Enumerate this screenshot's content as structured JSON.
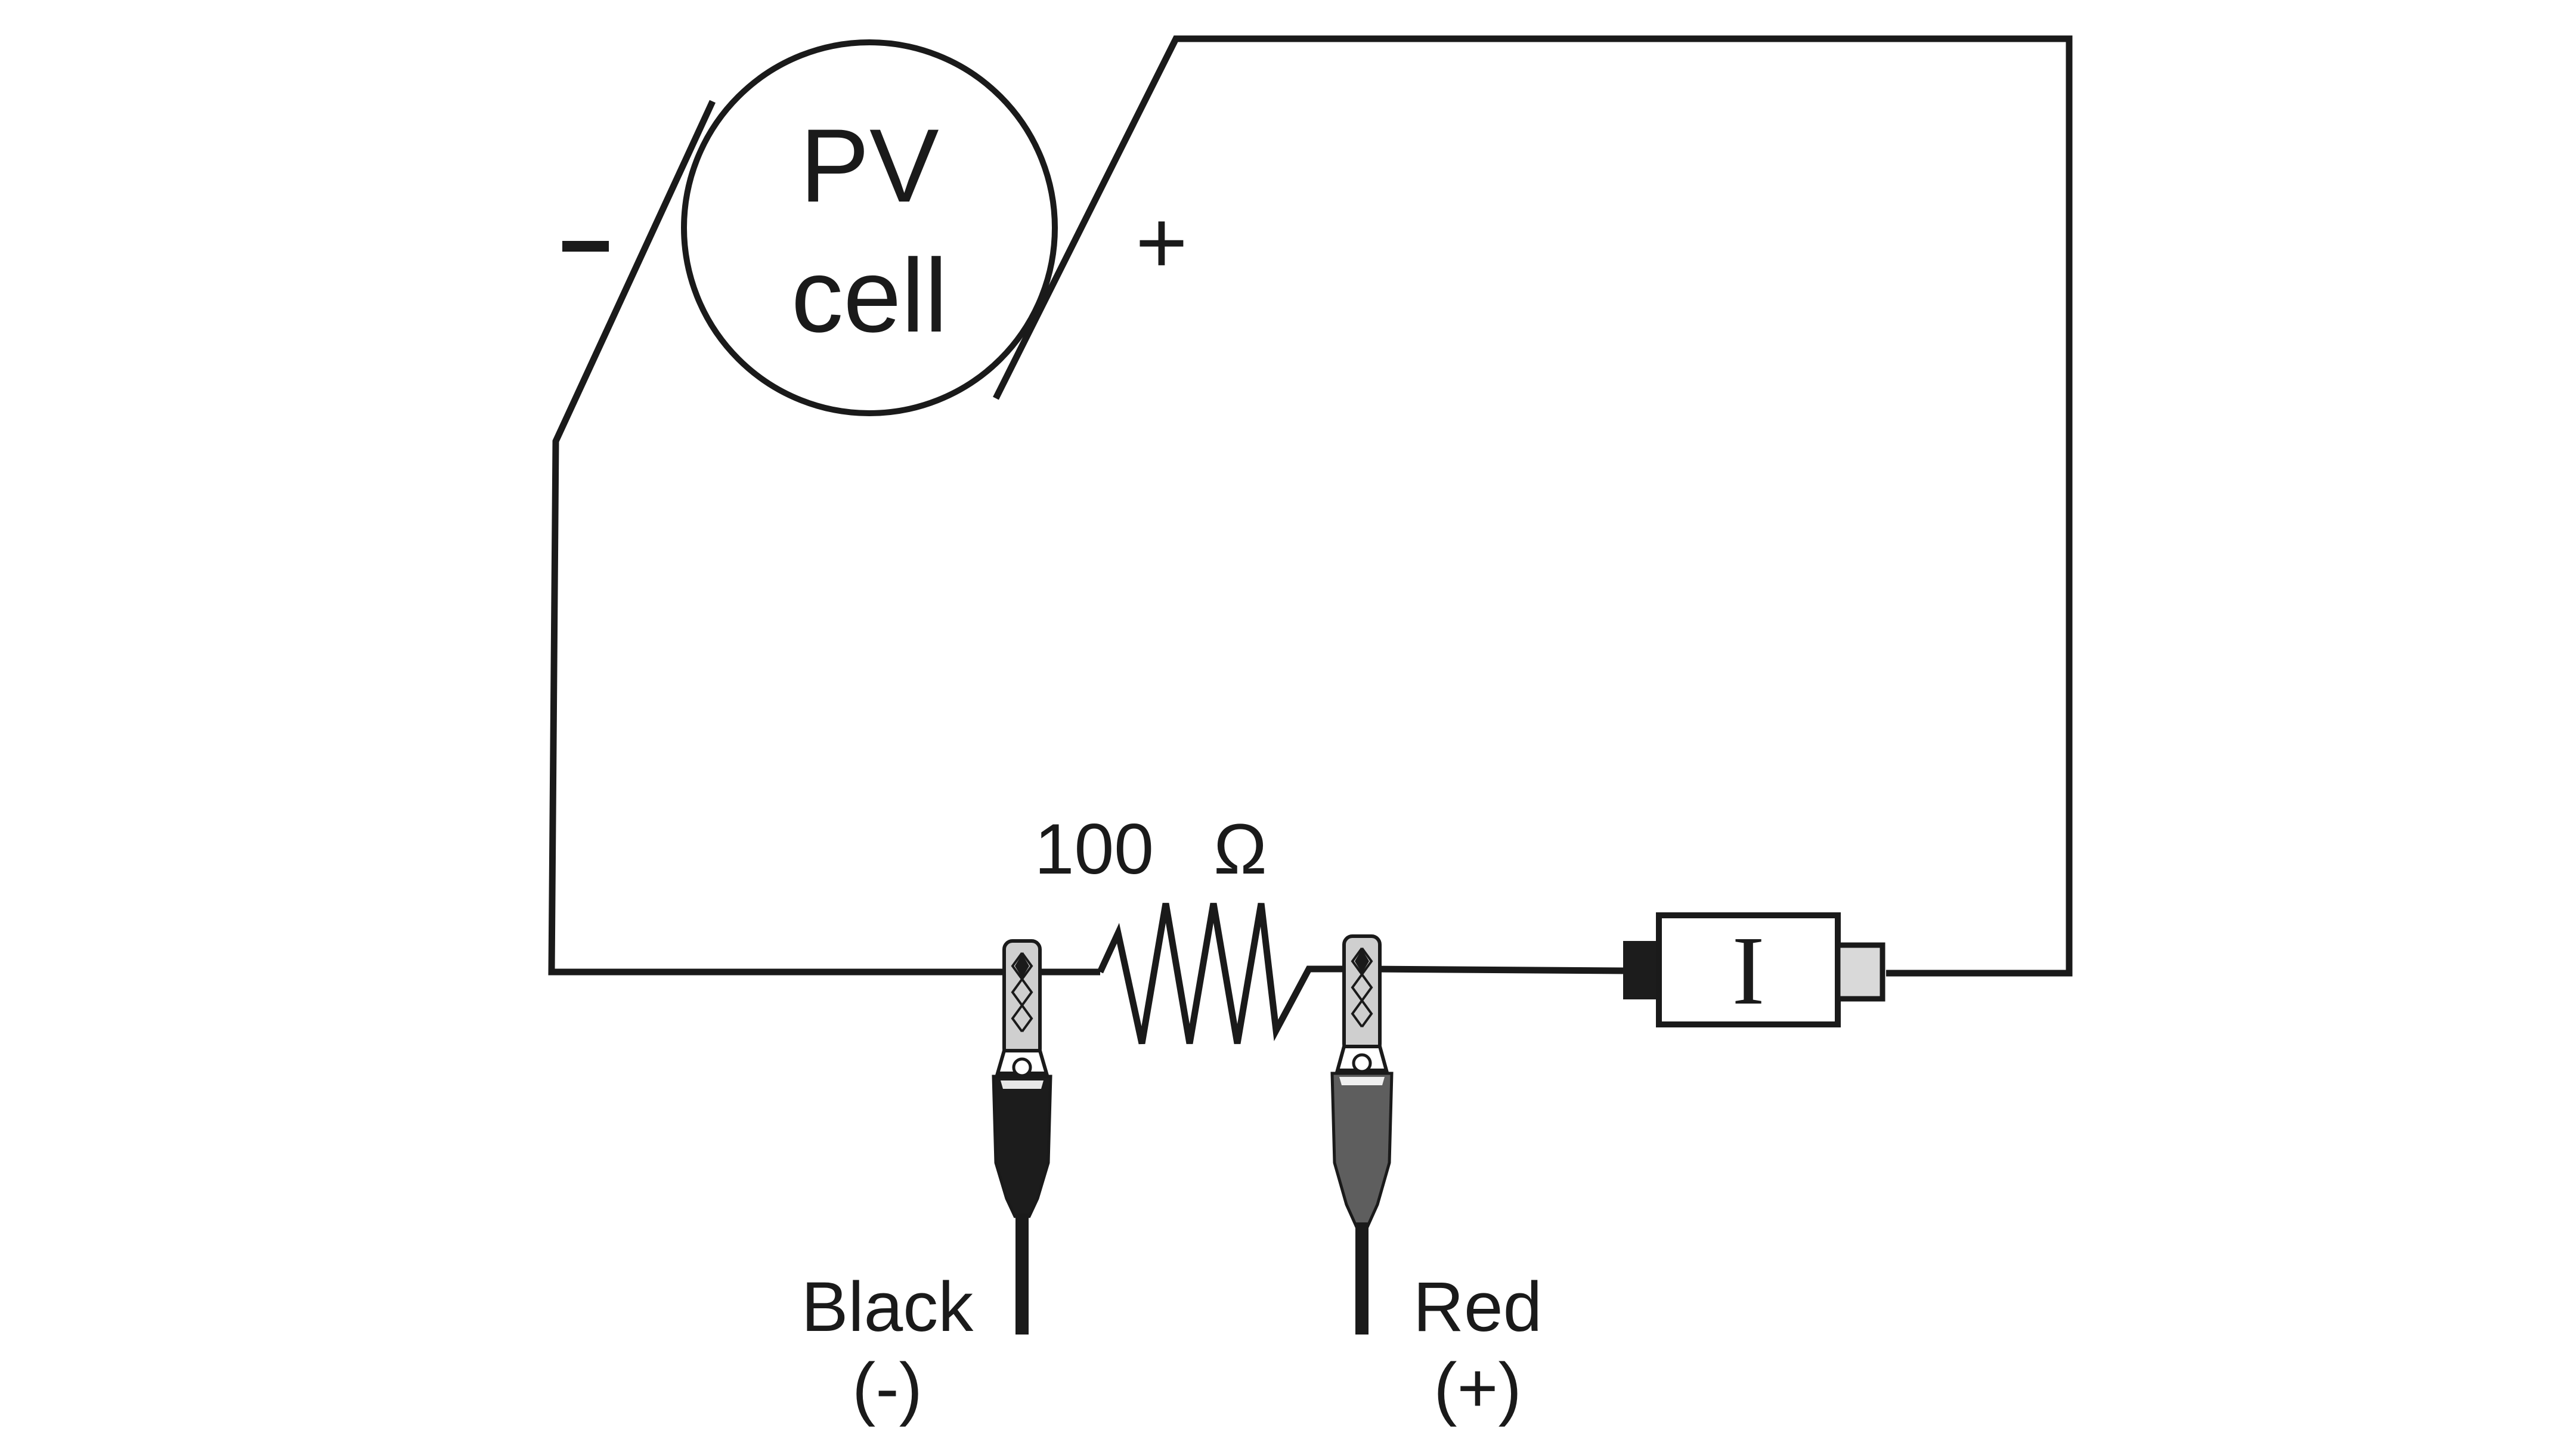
{
  "pv_cell": {
    "line1": "PV",
    "line2": "cell"
  },
  "terminals": {
    "negative": "-",
    "positive": "+"
  },
  "resistor": {
    "value": "100",
    "unit": "Ω"
  },
  "ammeter": {
    "symbol": "I"
  },
  "probes": {
    "black": {
      "name": "Black",
      "polarity": "(-)"
    },
    "red": {
      "name": "Red",
      "polarity": "(+)"
    }
  },
  "colors": {
    "line": "#1a1a1a",
    "black_clip": "#1c1c1c",
    "red_clip": "#5e5e5e",
    "clip_jaw": "#cfcfcf",
    "meter_light": "#d9d9d9"
  }
}
